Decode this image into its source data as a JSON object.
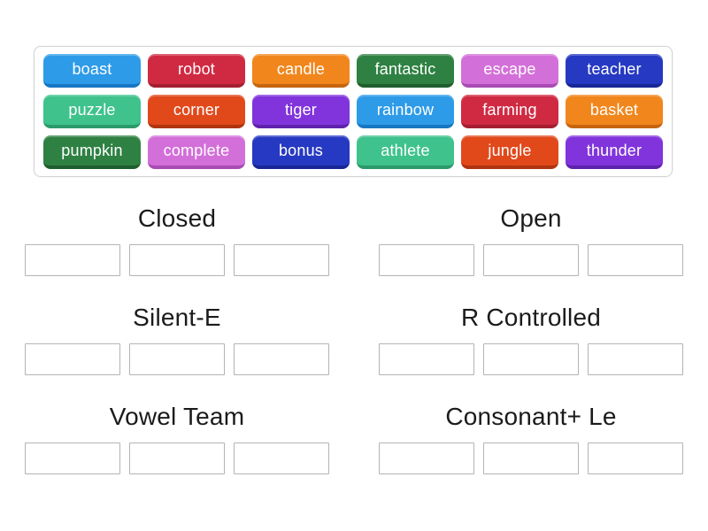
{
  "activity": {
    "kind": "group-sort"
  },
  "palette": {
    "blue": {
      "bg": "#2D9BE8",
      "edge": "#1877C2"
    },
    "red": {
      "bg": "#D02A42",
      "edge": "#A41E31"
    },
    "orange": {
      "bg": "#F1861C",
      "edge": "#C66410"
    },
    "green": {
      "bg": "#2E8142",
      "edge": "#1F5E2E"
    },
    "orchid": {
      "bg": "#D36FD9",
      "edge": "#A94BB4"
    },
    "royal": {
      "bg": "#2639C2",
      "edge": "#182796"
    },
    "emerald": {
      "bg": "#3FC28C",
      "edge": "#2B9A6B"
    },
    "vermilion": {
      "bg": "#E1491B",
      "edge": "#AF3410"
    },
    "violet": {
      "bg": "#8134DC",
      "edge": "#5F22AC"
    }
  },
  "word_bank": {
    "tiles": [
      {
        "label": "boast",
        "color": "blue"
      },
      {
        "label": "robot",
        "color": "red"
      },
      {
        "label": "candle",
        "color": "orange"
      },
      {
        "label": "fantastic",
        "color": "green"
      },
      {
        "label": "escape",
        "color": "orchid"
      },
      {
        "label": "teacher",
        "color": "royal"
      },
      {
        "label": "puzzle",
        "color": "emerald"
      },
      {
        "label": "corner",
        "color": "vermilion"
      },
      {
        "label": "tiger",
        "color": "violet"
      },
      {
        "label": "rainbow",
        "color": "blue"
      },
      {
        "label": "farming",
        "color": "red"
      },
      {
        "label": "basket",
        "color": "orange"
      },
      {
        "label": "pumpkin",
        "color": "green"
      },
      {
        "label": "complete",
        "color": "orchid"
      },
      {
        "label": "bonus",
        "color": "royal"
      },
      {
        "label": "athlete",
        "color": "emerald"
      },
      {
        "label": "jungle",
        "color": "vermilion"
      },
      {
        "label": "thunder",
        "color": "violet"
      }
    ]
  },
  "groups": [
    {
      "label": "Closed",
      "slots": 3
    },
    {
      "label": "Open",
      "slots": 3
    },
    {
      "label": "Silent-E",
      "slots": 3
    },
    {
      "label": "R Controlled",
      "slots": 3
    },
    {
      "label": "Vowel Team",
      "slots": 3
    },
    {
      "label": "Consonant+ Le",
      "slots": 3
    }
  ]
}
